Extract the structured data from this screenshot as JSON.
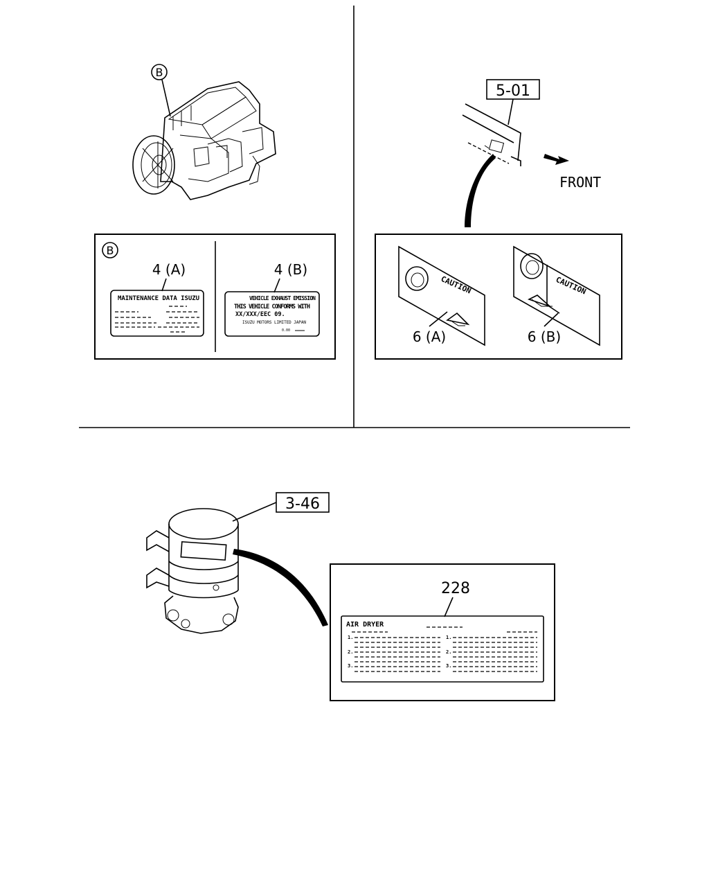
{
  "engine_callout": {
    "letter": "B"
  },
  "panel_b": {
    "letter": "B",
    "label_4a": {
      "callout": "4 (A)",
      "title": "MAINTENANCE DATA ISUZU"
    },
    "label_4b": {
      "callout": "4 (B)",
      "lines": [
        "VEHICLE EXHAUST EMISSION",
        "THIS VEHICLE CONFORMS WITH",
        "XX/XXX/EEC 09.",
        "ISUZU MOTORS LIMITED JAPAN",
        "0.00"
      ]
    }
  },
  "frame_view": {
    "ref_box": "5-01",
    "direction_label": "FRONT",
    "label_6a": {
      "callout": "6 (A)",
      "text": "CAUTION"
    },
    "label_6b": {
      "callout": "6 (B)",
      "text": "CAUTION"
    }
  },
  "air_dryer_view": {
    "ref_box": "3-46",
    "label": {
      "callout": "228",
      "title": "AIR DRYER",
      "left_numbers": [
        "1.",
        "2.",
        "3."
      ],
      "right_numbers": [
        "1.",
        "2.",
        "3."
      ]
    }
  }
}
